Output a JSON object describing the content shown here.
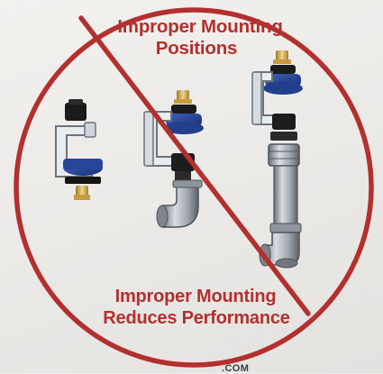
{
  "sign": {
    "title_line1": "Improper Mounting",
    "title_line2": "Positions",
    "caption_line1": "Improper Mounting",
    "caption_line2": "Reduces Performance",
    "footer_fragment": ".COM"
  },
  "colors": {
    "prohibition_red": "#b2302e",
    "valve_blue": "#1f3f8f",
    "fitting_gray": "#9aa1a8",
    "nozzle_brass": "#d8b25a"
  }
}
